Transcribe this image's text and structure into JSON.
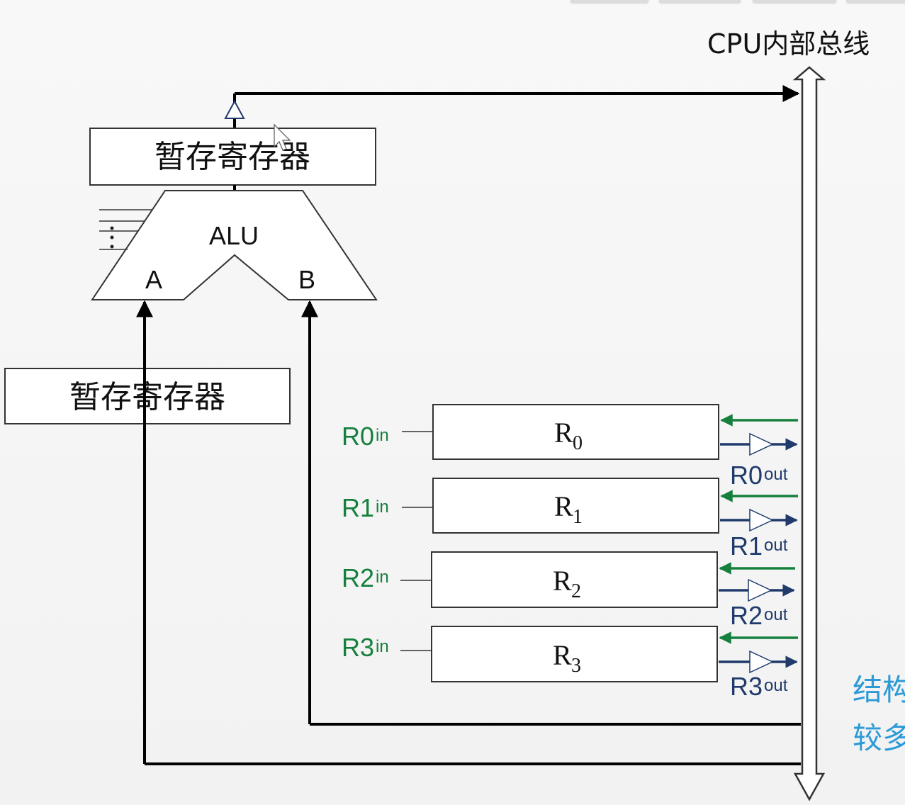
{
  "bus": {
    "title": "CPU内部总线"
  },
  "alu": {
    "label": "ALU",
    "input_a": "A",
    "input_b": "B"
  },
  "temp_register_top": {
    "label": "暂存寄存器"
  },
  "temp_register_left": {
    "label": "暂存寄存器"
  },
  "registers": [
    {
      "name": "R",
      "sub": "0",
      "in_label": "R0",
      "in_suffix": "in",
      "out_label": "R0",
      "out_suffix": "out"
    },
    {
      "name": "R",
      "sub": "1",
      "in_label": "R1",
      "in_suffix": "in",
      "out_label": "R1",
      "out_suffix": "out"
    },
    {
      "name": "R",
      "sub": "2",
      "in_label": "R2",
      "in_suffix": "in",
      "out_label": "R2",
      "out_suffix": "out"
    },
    {
      "name": "R",
      "sub": "3",
      "in_label": "R3",
      "in_suffix": "in",
      "out_label": "R3",
      "out_suffix": "out"
    }
  ],
  "side_text": [
    "结构",
    "较多"
  ],
  "colors": {
    "in_arrow": "#15803d",
    "out_arrow": "#1f3a6b",
    "side_text": "#2b9ad6",
    "line": "#000000"
  }
}
